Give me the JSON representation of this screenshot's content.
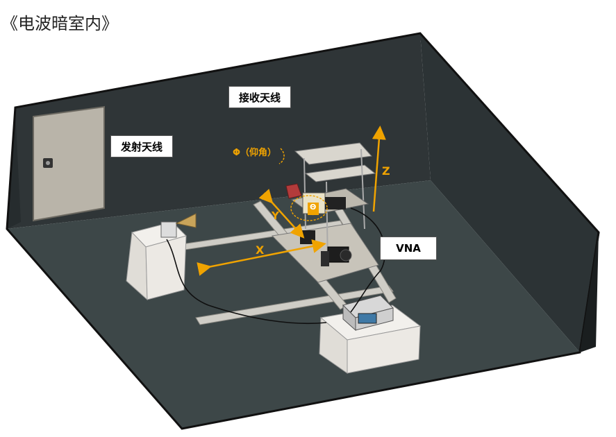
{
  "title": "《电波暗室内》",
  "labels": {
    "receive_antenna": "接收天线",
    "transmit_antenna": "发射天线",
    "vna": "VNA",
    "phi_elevation": "Φ（仰角）",
    "theta": "Θ",
    "axis_x": "X",
    "axis_y": "Y",
    "axis_z": "Z"
  },
  "colors": {
    "accent": "#f0a300",
    "chamber_wall": "#2f3537",
    "chamber_floor": "#3d4748",
    "chamber_outline": "#111111",
    "door": "#b9b4a9",
    "pedestal": "#ece9e4",
    "rail": "#cfcdc6"
  },
  "icons": [
    "door-handle-icon",
    "horn-antenna-icon",
    "vna-instrument-icon",
    "motor-icon"
  ]
}
